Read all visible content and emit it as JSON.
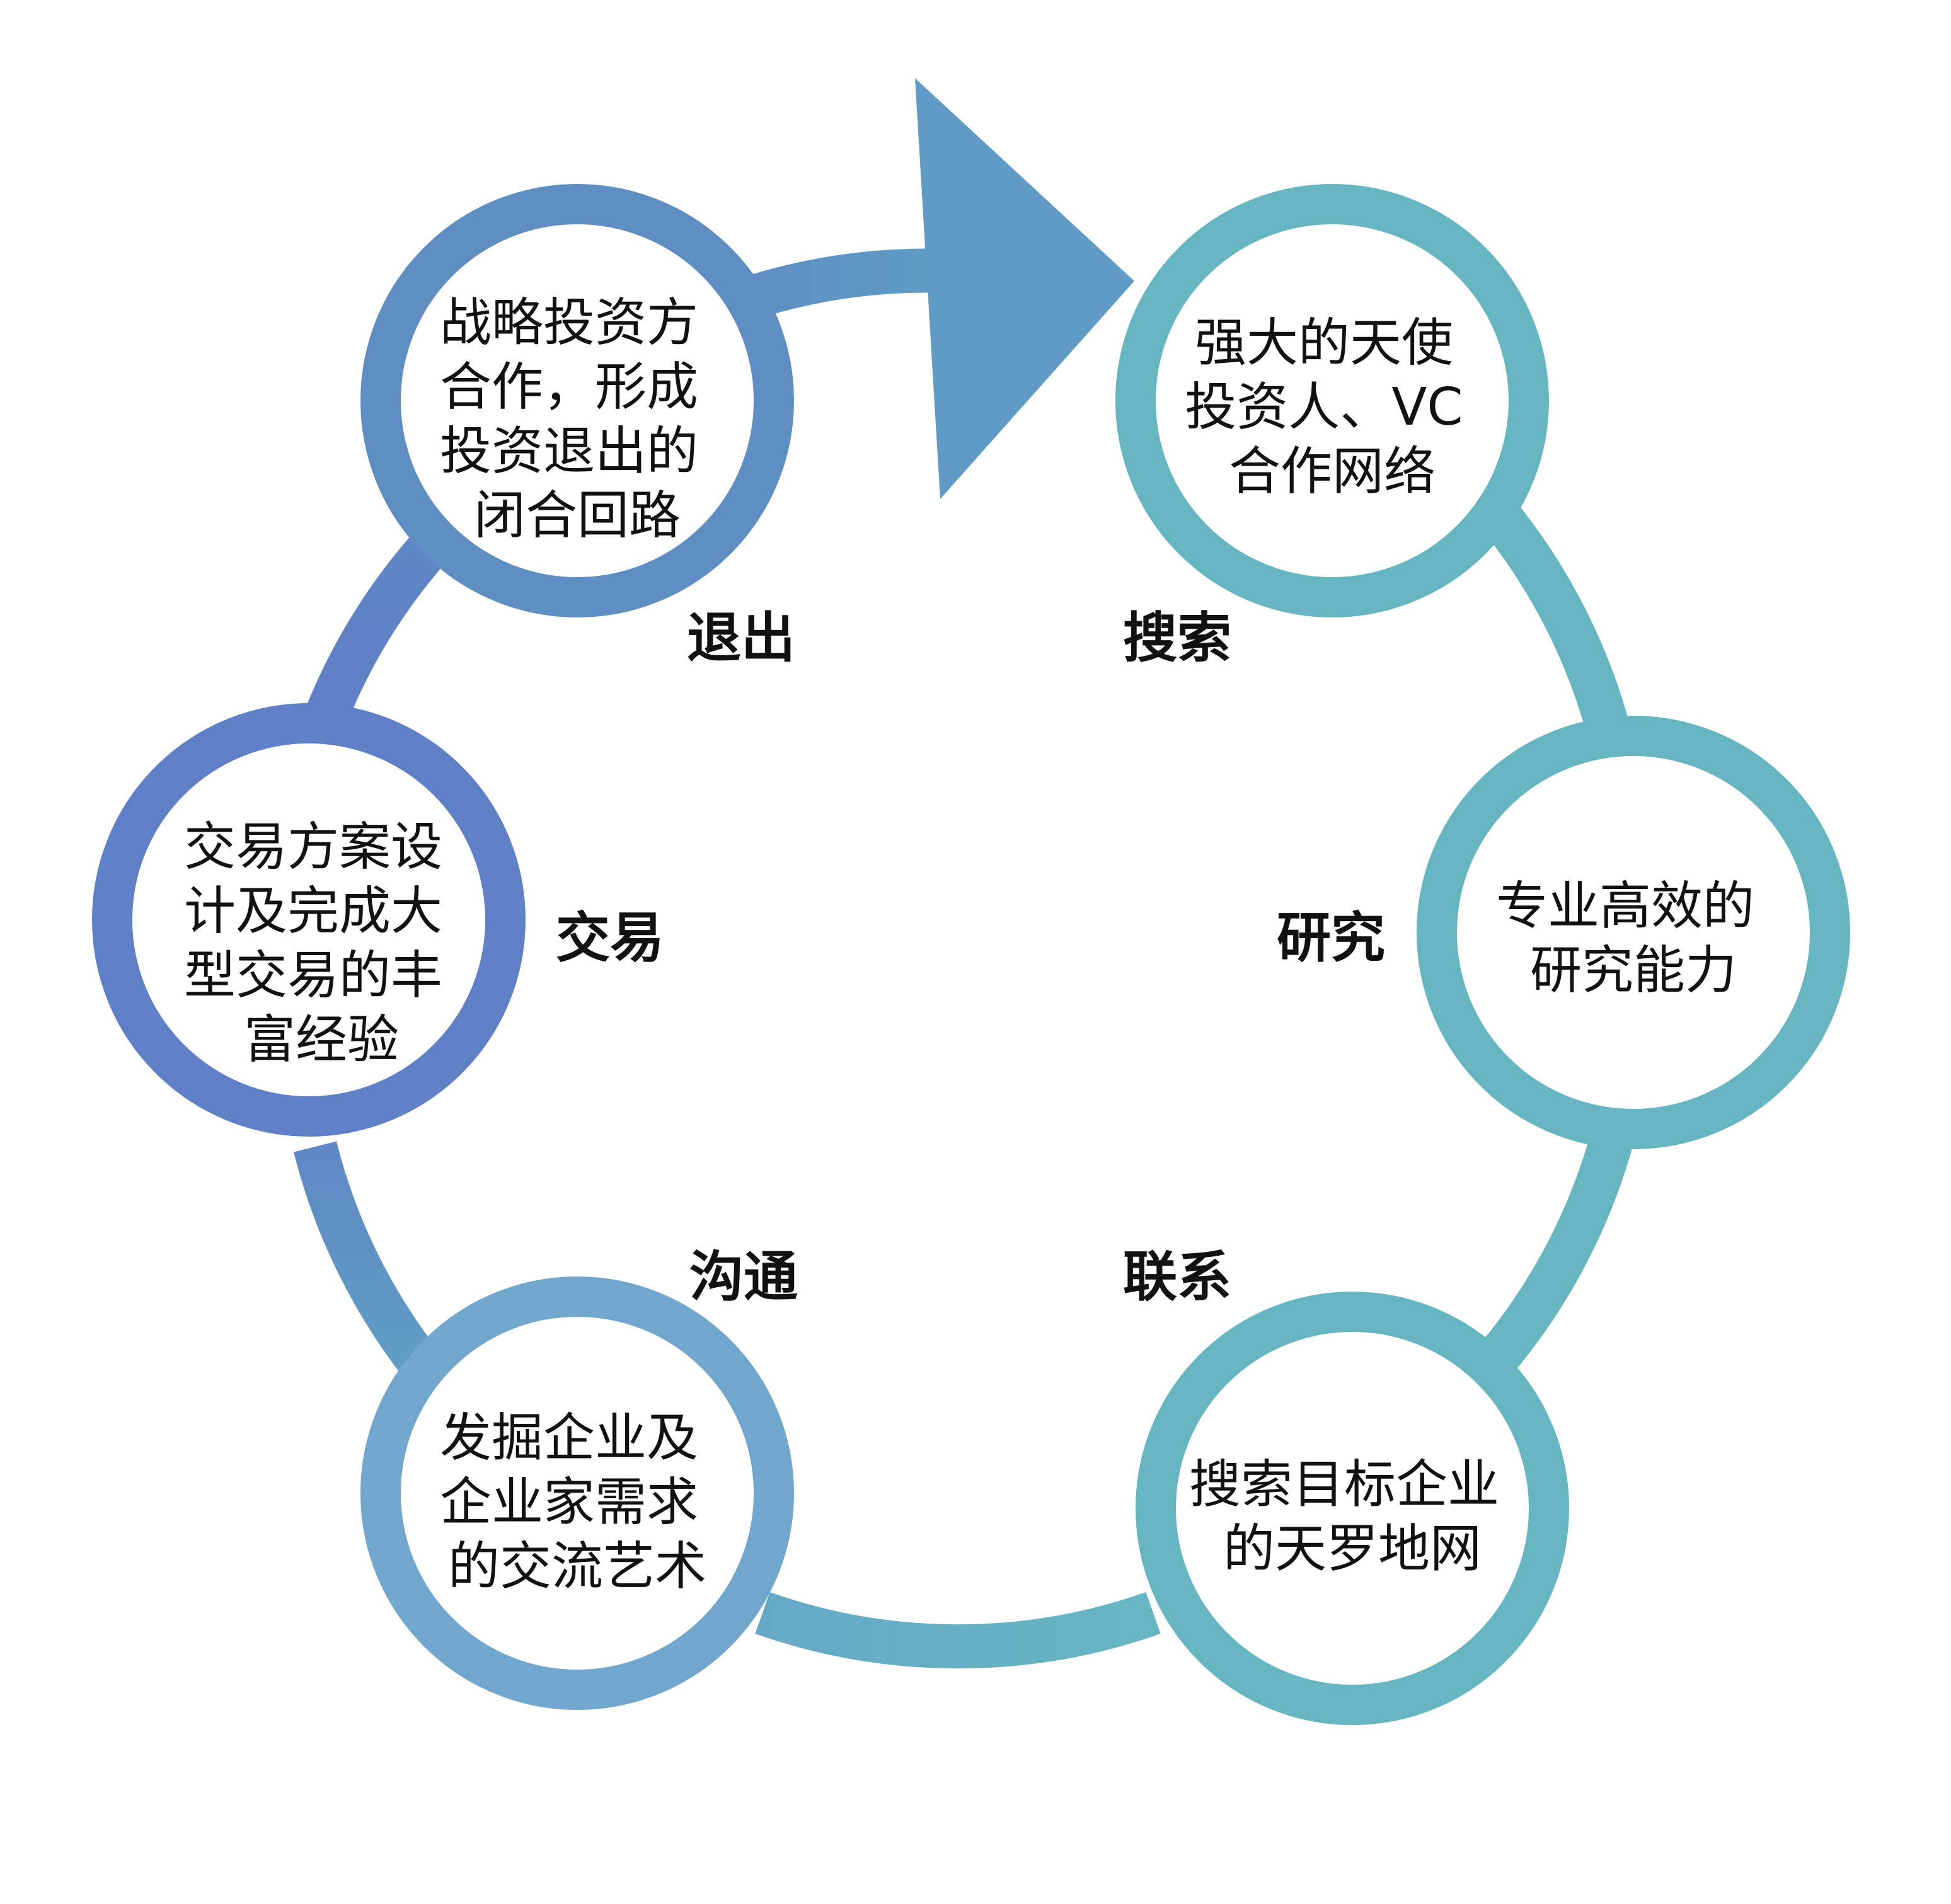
{
  "colors": {
    "teal": "#66b6c2",
    "blue": "#5f8ec3",
    "indigo": "#5f7fc6",
    "light_blue": "#71a7cc",
    "text": "#111111"
  },
  "nodes": [
    {
      "id": "angel-network",
      "lines": [
        "强大的天使",
        "投资人、VC",
        "合作网络"
      ]
    },
    {
      "id": "research-capability",
      "lines": [
        "专业高效的",
        "研究能力"
      ]
    },
    {
      "id": "target-search-net",
      "lines": [
        "搜索目标企业",
        "的天罗地网"
      ]
    },
    {
      "id": "communication-art",
      "lines": [
        "发掘企业及",
        "企业家需求",
        "的交流艺术"
      ]
    },
    {
      "id": "deal-experience",
      "lines": [
        "交易方案设",
        "计及完成大",
        "型交易的丰",
        "富经验"
      ]
    },
    {
      "id": "exit-loop",
      "lines": [
        "战略投资方",
        "合作，形成",
        "投资退出的",
        "闭合回路"
      ]
    }
  ],
  "stages": [
    {
      "id": "search",
      "label": "搜索"
    },
    {
      "id": "research",
      "label": "研究"
    },
    {
      "id": "contact",
      "label": "联系"
    },
    {
      "id": "communicate",
      "label": "沟通"
    },
    {
      "id": "trade",
      "label": "交易"
    },
    {
      "id": "exit",
      "label": "退出"
    }
  ]
}
